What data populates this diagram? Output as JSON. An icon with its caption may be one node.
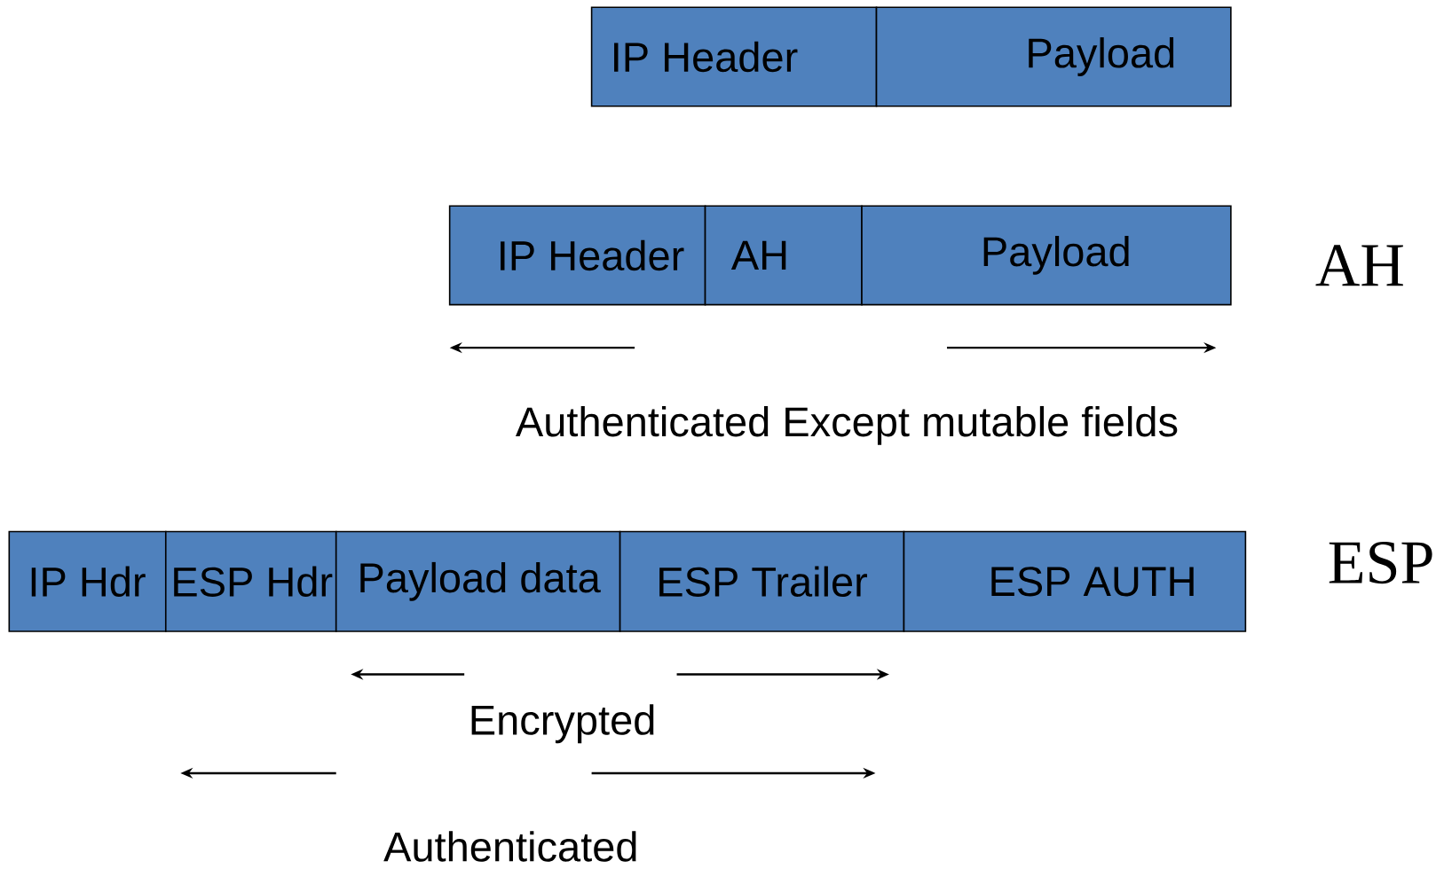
{
  "diagram": {
    "nodes": [
      {
        "text": [
          "IP Header"
        ]
      },
      {
        "text": [
          "Payload"
        ]
      },
      {
        "text": [
          "IP Header"
        ]
      },
      {
        "text": [
          "AH"
        ]
      },
      {
        "text": [
          "Payload"
        ]
      },
      {
        "text": [
          "IP Hdr"
        ]
      },
      {
        "text": [
          "ESP Hdr"
        ]
      },
      {
        "text": [
          "Payload data"
        ]
      },
      {
        "text": [
          "ESP Trailer"
        ]
      },
      {
        "text": [
          "ESP AUTH"
        ]
      }
    ],
    "labels": [
      "AH",
      "Authenticated Except mutable fields",
      "ESP",
      "Encrypted",
      "Authenticated"
    ]
  }
}
